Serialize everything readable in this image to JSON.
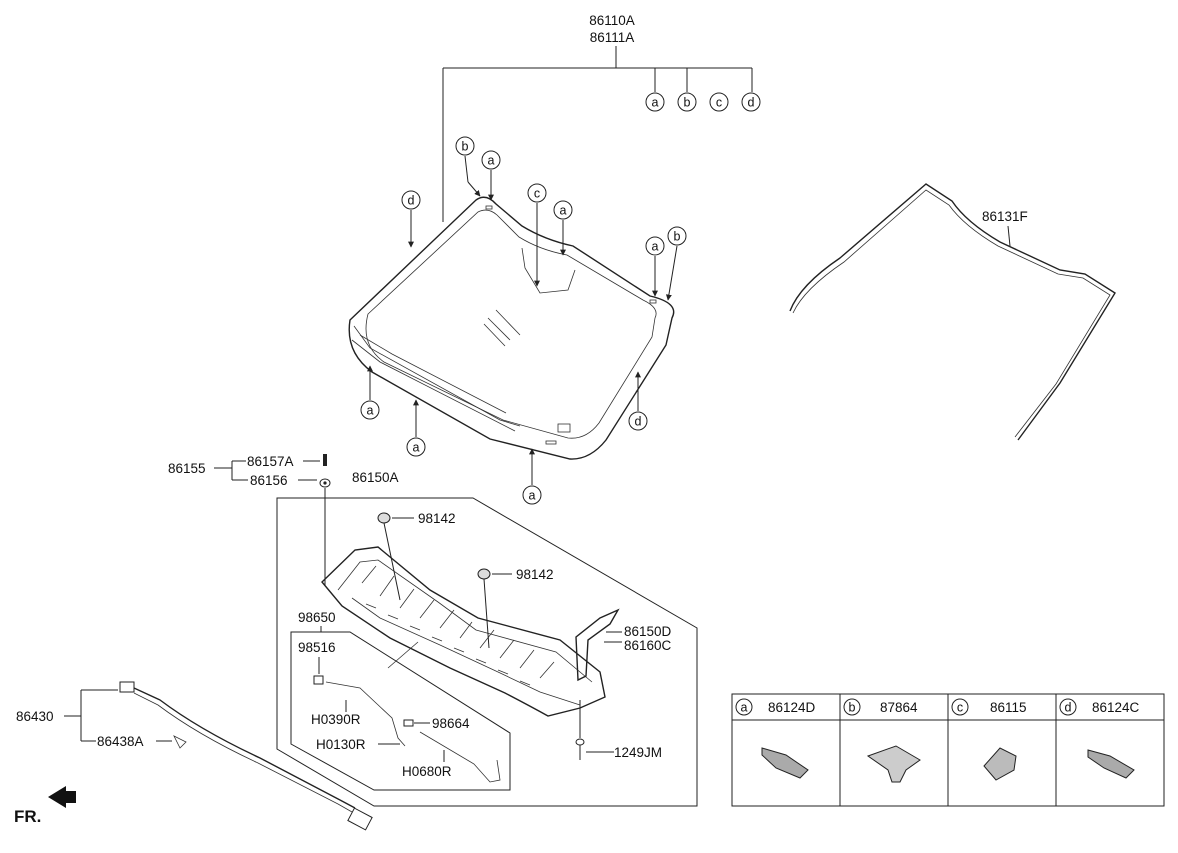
{
  "labels": {
    "windshield_top": "86110A",
    "windshield_bottom": "86111A",
    "molding": "86131F",
    "group": "86155",
    "fastener_a": "86157A",
    "fastener_b": "86156",
    "cowl_panel": "86150A",
    "nozzle_left": "98142",
    "nozzle_right": "98142",
    "hose_assy": "98650",
    "valve": "98516",
    "hose_1": "H0390R",
    "hose_2": "H0130R",
    "hose_3": "H0680R",
    "connector": "98664",
    "extension_left": "86150D",
    "extension_right": "86160C",
    "screw": "1249JM",
    "harness": "86430",
    "clip": "86438A",
    "front": "FR."
  },
  "callout_letters": [
    "a",
    "b",
    "c",
    "d"
  ],
  "legend": [
    {
      "letter": "a",
      "part": "86124D"
    },
    {
      "letter": "b",
      "part": "87864"
    },
    {
      "letter": "c",
      "part": "86115"
    },
    {
      "letter": "d",
      "part": "86124C"
    }
  ],
  "icons": [
    "windshield-glass",
    "windshield-molding",
    "cowl-top-cover",
    "washer-nozzle",
    "front-arrow-icon"
  ]
}
